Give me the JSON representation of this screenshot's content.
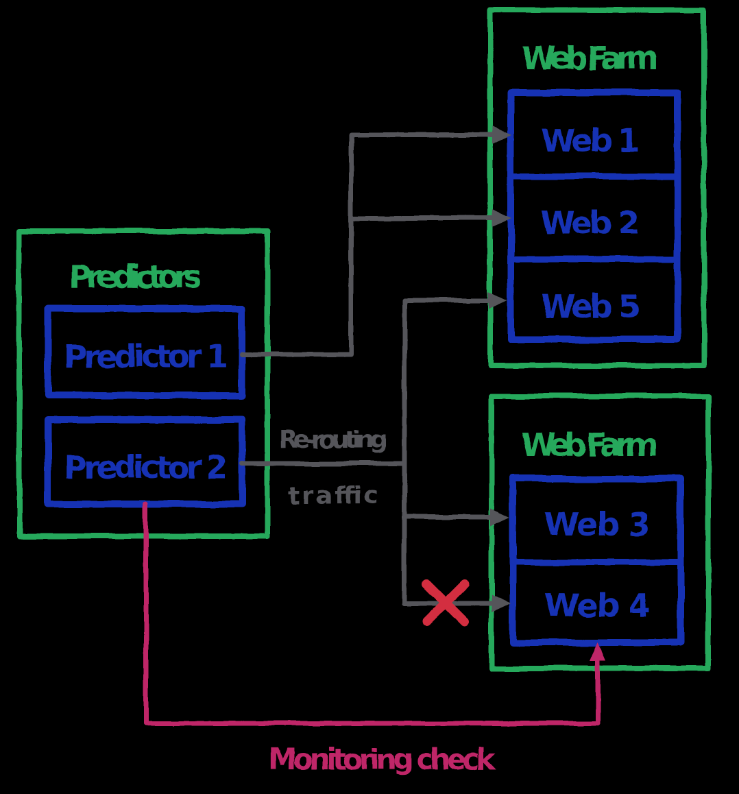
{
  "diagram": {
    "background_color": "#000000",
    "colors": {
      "group_border": "#26a95c",
      "server_border": "#1530b4",
      "traffic_line": "#54555a",
      "monitoring_line": "#bf2768",
      "failure_cross": "#d32f3f"
    },
    "predictors_group": {
      "title": "Predictors",
      "nodes": [
        {
          "label": "Predictor 1"
        },
        {
          "label": "Predictor 2"
        }
      ]
    },
    "web_farm_top": {
      "title": "Web Farm",
      "nodes": [
        {
          "label": "Web 1"
        },
        {
          "label": "Web 2"
        },
        {
          "label": "Web 5"
        }
      ]
    },
    "web_farm_bottom": {
      "title": "Web Farm",
      "nodes": [
        {
          "label": "Web 3"
        },
        {
          "label": "Web 4"
        }
      ]
    },
    "annotations": {
      "rerouting_line1": "Re-routing",
      "rerouting_line2": "traffic",
      "monitoring_check": "Monitoring check"
    },
    "connections": [
      {
        "from": "Predictor 1",
        "to": "Web 1",
        "kind": "traffic",
        "status": "active"
      },
      {
        "from": "Predictor 1",
        "to": "Web 2",
        "kind": "traffic",
        "status": "active"
      },
      {
        "from": "Predictor 2",
        "to": "Web 5",
        "kind": "traffic",
        "status": "active"
      },
      {
        "from": "Predictor 2",
        "to": "Web 3",
        "kind": "traffic",
        "status": "active"
      },
      {
        "from": "Predictor 2",
        "to": "Web 4",
        "kind": "traffic",
        "status": "blocked"
      },
      {
        "from": "Predictor 2",
        "to": "Web 4",
        "kind": "monitoring",
        "status": "active"
      }
    ]
  }
}
